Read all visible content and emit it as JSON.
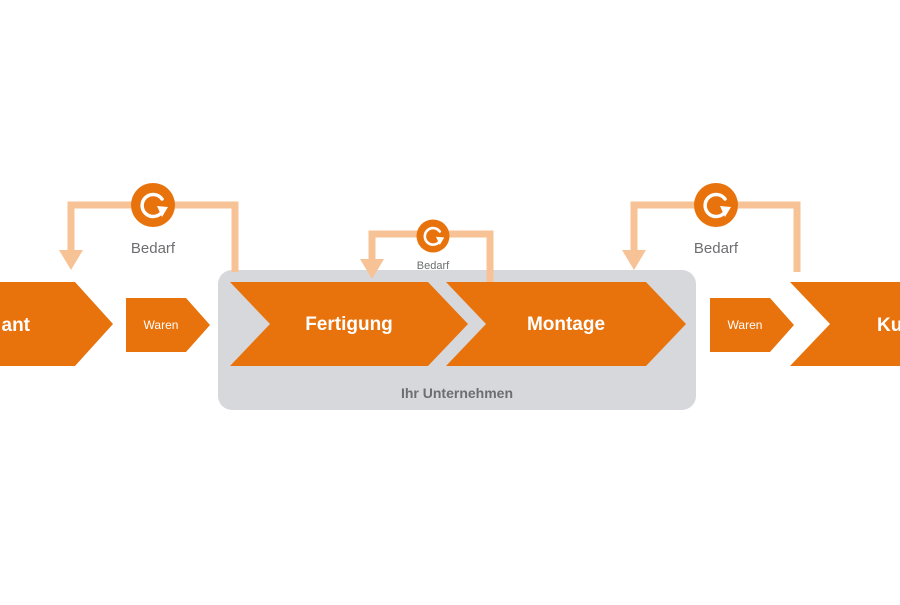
{
  "colors": {
    "orange": "#E8720C",
    "light_orange": "#F7C396",
    "panel_grey": "#D6D8DB",
    "text_grey": "#6D6E71",
    "text_white": "#FFFFFF"
  },
  "stages": {
    "supplier": "ant",
    "production": "Fertigung",
    "assembly": "Montage",
    "customer": "Ku"
  },
  "flows": {
    "goods_left": "Waren",
    "goods_right": "Waren"
  },
  "feedback": {
    "demand_left": "Bedarf",
    "demand_center": "Bedarf",
    "demand_right": "Bedarf"
  },
  "company_panel": {
    "label": "Ihr Unternehmen"
  },
  "icons": {
    "cycle": "cycle-arrow-icon"
  }
}
